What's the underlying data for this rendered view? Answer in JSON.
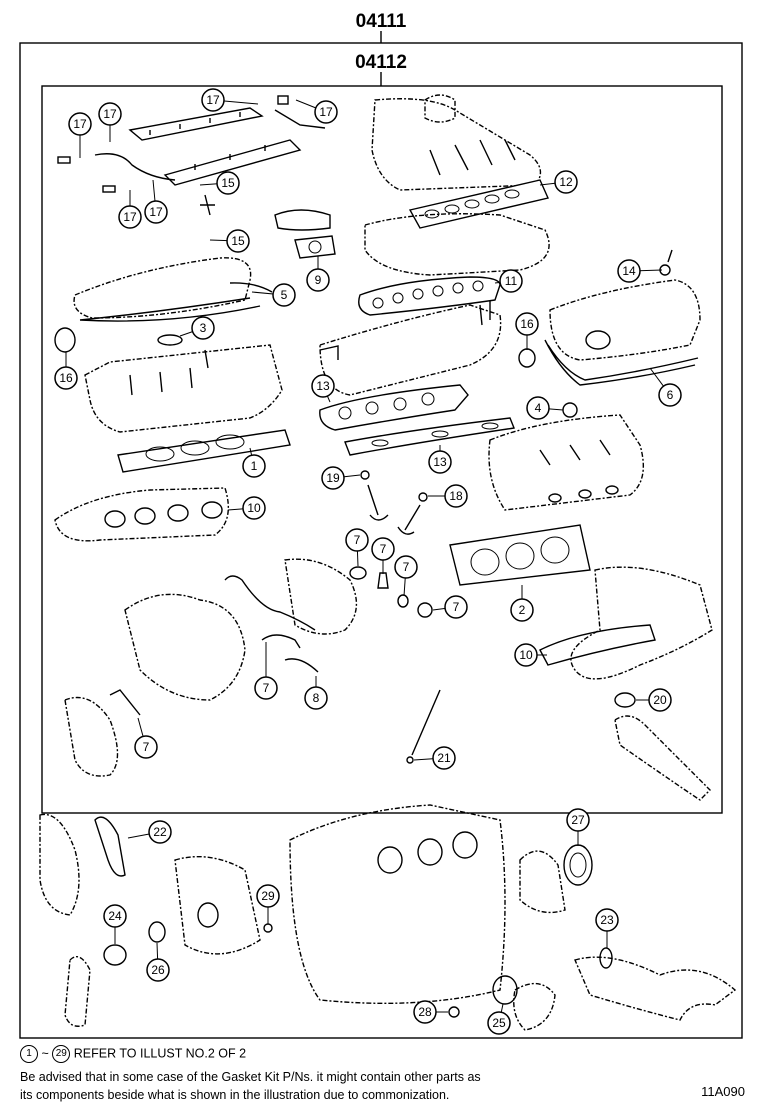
{
  "headers": {
    "outer_kit": "04111",
    "inner_kit": "04112"
  },
  "callouts": [
    "17",
    "17",
    "17",
    "17",
    "17",
    "17",
    "15",
    "15",
    "12",
    "9",
    "5",
    "11",
    "14",
    "3",
    "16",
    "16",
    "6",
    "13",
    "4",
    "13",
    "19",
    "18",
    "10",
    "7",
    "7",
    "7",
    "7",
    "1",
    "2",
    "10",
    "7",
    "8",
    "20",
    "7",
    "21",
    "22",
    "27",
    "29",
    "24",
    "26",
    "23",
    "28",
    "25"
  ],
  "footer": {
    "ref_start": "1",
    "ref_tilde": "~",
    "ref_end": "29",
    "ref_text": "REFER TO ILLUST NO.2 OF 2",
    "advice_line1": "Be advised that in some case of the Gasket Kit P/Ns. it might contain other parts as",
    "advice_line2": "its components beside what is shown in the illustration due to commonization.",
    "figure_code": "11A090"
  }
}
